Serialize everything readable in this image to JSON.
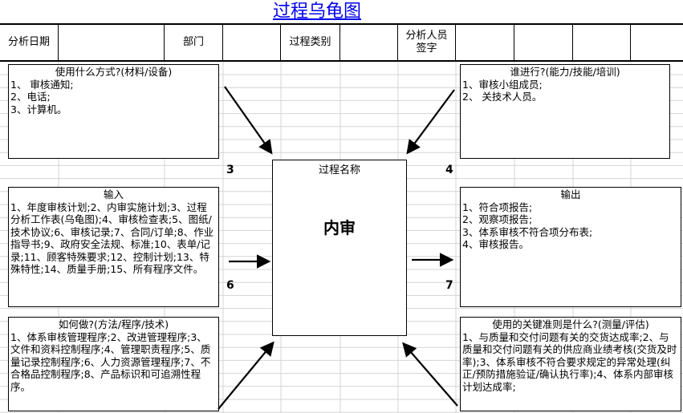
{
  "title": "过程乌龟图",
  "header": {
    "date_label": "分析日期",
    "dept_label": "部门",
    "type_label": "过程类别",
    "analyst_label_line1": "分析人员",
    "analyst_label_line2": "签字"
  },
  "materials": {
    "title": "使用什么方式?(材料/设备)",
    "lines": [
      "1、 审核通知;",
      "2、电话;",
      "3、计算机。"
    ]
  },
  "who": {
    "title": "谁进行?(能力/技能/培训)",
    "lines": [
      "1、审核小组成员;",
      "2、 关技术人员。"
    ]
  },
  "inputs": {
    "title": "输入",
    "text": "1、年度审核计划;2、内审实施计划;3、过程分析工作表(乌龟图);4、审核检查表;5、图纸/技术协议;6、审核记录;7、合同/订单;8、作业指导书;9、政府安全法规、标准;10、表单/记录;11、顾客特殊要求;12、控制计划;13、特殊特性;14、质量手册;15、所有程序文件。"
  },
  "outputs": {
    "title": "输出",
    "lines": [
      "1、符合项报告;",
      "2、观察项报告;",
      "3、体系审核不符合项分布表;",
      "4、审核报告。"
    ]
  },
  "how": {
    "title": "如何做?(方法/程序/技术)",
    "text": "1、体系审核管理程序;2、改进管理程序;3、文件和资料控制程序;4、管理职责程序;5、质量记录控制程序;6、人力资源管理程序;7、不合格品控制程序;8、产品标识和可追溯性程序。"
  },
  "criteria": {
    "title": "使用的关键准则是什么?(测量/评估)",
    "text": "1、与质量和交付问题有关的交货达成率;2、与质量和交付问题有关的供应商业绩考核(交货及时率);3、体系审核不符合要求规定的异常处理(纠正/预防措施验证/确认执行率);4、体系内部审核计划达成率;"
  },
  "process": {
    "name_label": "过程名称",
    "name": "内审"
  },
  "numbers": {
    "n3": "3",
    "n4": "4",
    "n6": "6",
    "n7": "7"
  }
}
